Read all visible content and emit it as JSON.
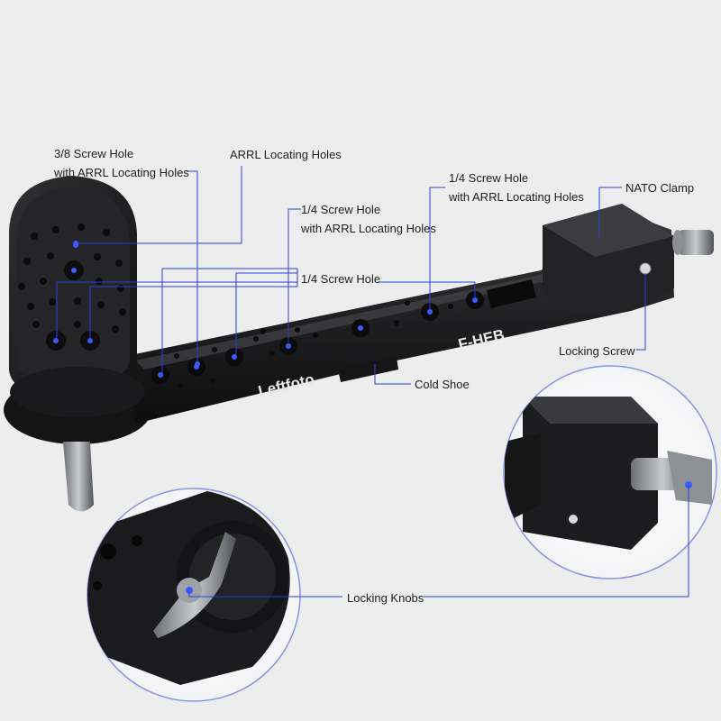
{
  "callouts": {
    "screw_3_8": {
      "line1": "3/8  Screw Hole",
      "line2": "with ARRL Locating Holes"
    },
    "arrl_locating": {
      "line1": "ARRL Locating Holes"
    },
    "quarter_center": {
      "line1": "1/4  Screw Hole",
      "line2": "with ARRL Locating Holes"
    },
    "quarter_right": {
      "line1": "1/4  Screw Hole",
      "line2": "with ARRL Locating Holes"
    },
    "nato_clamp": {
      "line1": "NATO Clamp"
    },
    "quarter_plain": {
      "line1": "1/4  Screw Hole"
    },
    "locking_screw": {
      "line1": "Locking Screw"
    },
    "cold_shoe": {
      "line1": "Cold Shoe"
    },
    "locking_knobs": {
      "line1": "Locking Knobs"
    }
  },
  "product": {
    "brand_marking": "Leftfoto",
    "model_marking": "F-HEB"
  },
  "colors": {
    "background": "#ededed",
    "callout_line": "#2b3fd9",
    "anodized_black": "#1c1c1e",
    "hole_highlight": "#3a5cff",
    "inset_border": "#8a93e8"
  }
}
